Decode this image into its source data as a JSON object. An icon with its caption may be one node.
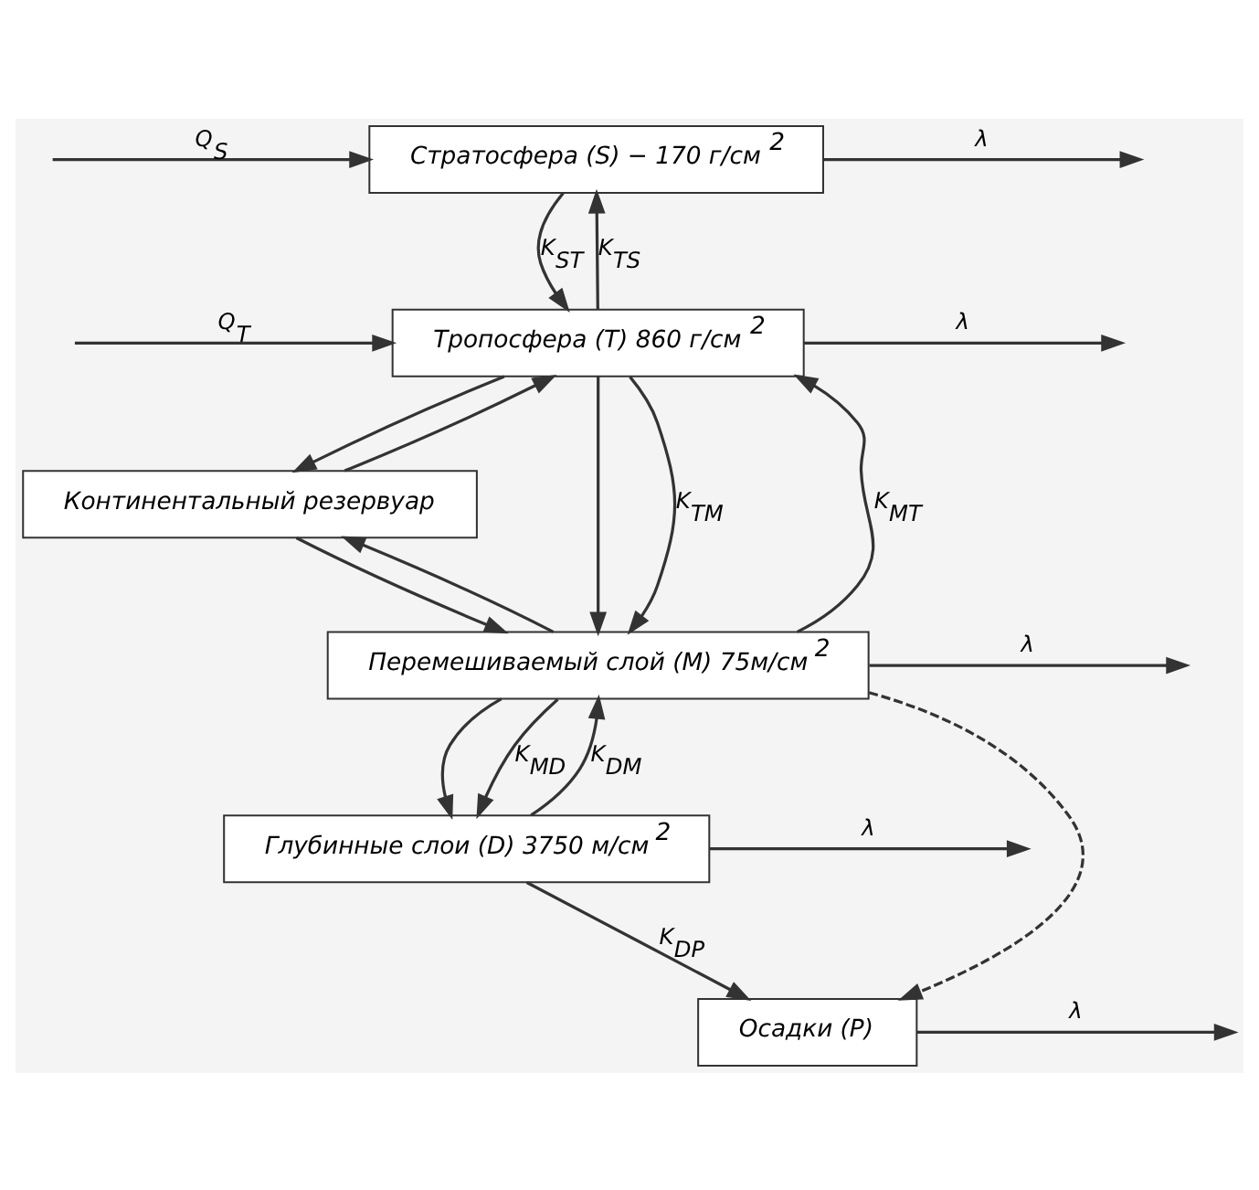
{
  "diagram": {
    "nodes": [
      {
        "text": [
          "Стратосфера (S) − 170 г/см$^{2}$"
        ]
      },
      {
        "text": [
          "Тропосфера (T) 860 г/см$^{2}$"
        ]
      },
      {
        "text": [
          "Континентальный резервуар"
        ]
      },
      {
        "text": [
          "Перемешиваемый слой (M) 75м/см$^{2}$"
        ]
      },
      {
        "text": [
          "Глубинные слои (D) 3750 м/см$^{2}$"
        ]
      },
      {
        "text": [
          "Осадки (P)"
        ]
      }
    ],
    "edges": [
      {
        "from": null,
        "to": 0,
        "arrow": "to",
        "label": "Q$_{S}$"
      },
      {
        "from": 0,
        "to": null,
        "arrow": "to",
        "label": "λ"
      },
      {
        "from": 1,
        "to": 0,
        "arrow": "to",
        "label": "K$_{TS}$"
      },
      {
        "from": 0,
        "to": 1,
        "arrow": "to",
        "label": "K$_{ST}$"
      },
      {
        "from": null,
        "to": 1,
        "arrow": "to",
        "label": "Q$_{T}$"
      },
      {
        "from": 1,
        "to": null,
        "arrow": "to",
        "label": "λ"
      },
      {
        "from": 1,
        "to": 2,
        "arrow": "to"
      },
      {
        "from": 2,
        "to": 1,
        "arrow": "to"
      },
      {
        "from": 3,
        "to": 1,
        "arrow": "to",
        "label": "K$_{MT}$"
      },
      {
        "from": 1,
        "to": 3,
        "arrow": "to"
      },
      {
        "from": 1,
        "to": 3,
        "arrow": "to",
        "label": "K$_{TM}$"
      },
      {
        "from": 2,
        "to": 3,
        "arrow": "to"
      },
      {
        "from": 3,
        "to": 2,
        "arrow": "to"
      },
      {
        "from": 3,
        "to": null,
        "arrow": "to",
        "label": "λ"
      },
      {
        "from": 4,
        "to": 3,
        "arrow": "to",
        "label": "K$_{DM}$"
      },
      {
        "from": 3,
        "to": 4,
        "arrow": "to"
      },
      {
        "from": 3,
        "to": 4,
        "arrow": "to",
        "label": "K$_{MD}$"
      },
      {
        "from": 3,
        "to": 5,
        "arrow": "to",
        "style": "dashed"
      },
      {
        "from": 4,
        "to": null,
        "arrow": "to",
        "label": "λ"
      },
      {
        "from": 4,
        "to": 5,
        "arrow": "to",
        "label": "K$_{DP}$"
      },
      {
        "from": 5,
        "to": null,
        "arrow": "to",
        "label": "λ"
      }
    ]
  }
}
